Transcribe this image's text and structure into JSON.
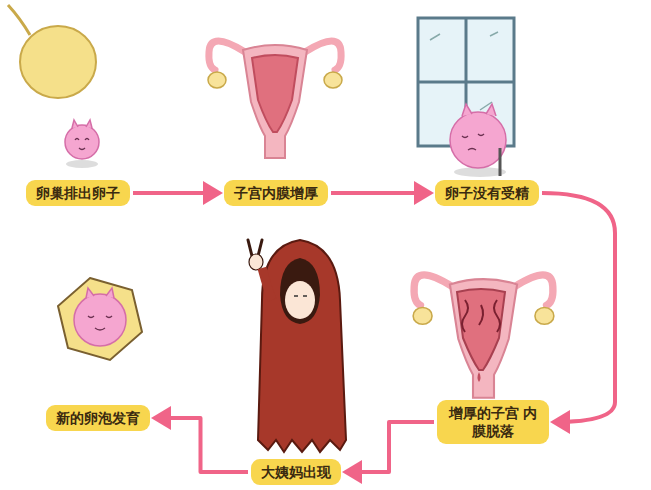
{
  "diagram": {
    "nodes": [
      {
        "text": [
          "卵巢排出卵子"
        ]
      },
      {
        "text": [
          "子宫内膜增厚"
        ]
      },
      {
        "text": [
          "卵子没有受精"
        ]
      },
      {
        "text": [
          "增厚的子宫 内膜脱落"
        ]
      },
      {
        "text": [
          "大姨妈出现"
        ]
      },
      {
        "text": [
          "新的卵泡发育"
        ]
      }
    ],
    "edges": [
      {
        "from": 0,
        "to": 1,
        "arrow": "to"
      },
      {
        "from": 1,
        "to": 2,
        "arrow": "to"
      },
      {
        "from": 2,
        "to": 3,
        "arrow": "to"
      },
      {
        "from": 3,
        "to": 4,
        "arrow": "to"
      },
      {
        "from": 4,
        "to": 5,
        "arrow": "to"
      }
    ]
  }
}
